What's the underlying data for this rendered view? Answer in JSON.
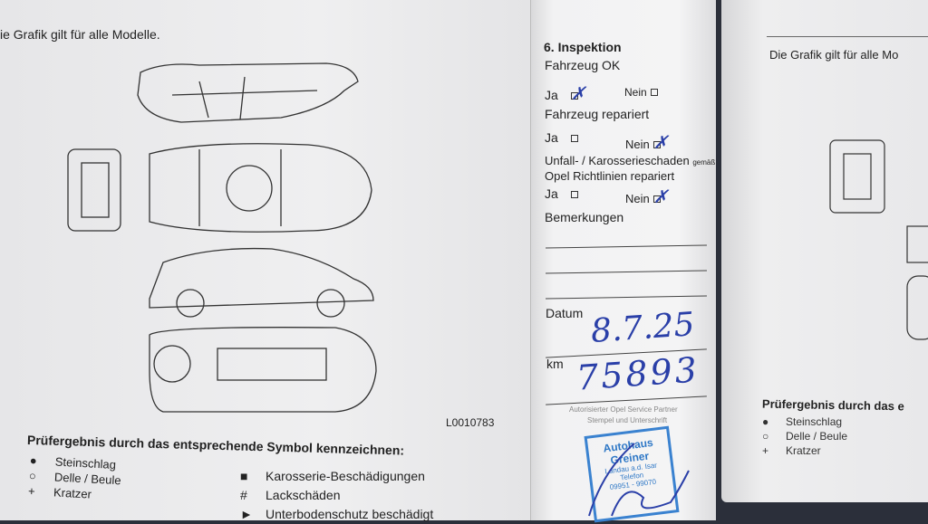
{
  "left_page": {
    "caption": "ie Grafik gilt für alle Modelle.",
    "diagram_code": "L0010783",
    "legend_title": "Prüfergebnis durch das entsprechende Symbol kennzeichnen:",
    "legend_left": [
      {
        "symbol": "●",
        "label": "Steinschlag"
      },
      {
        "symbol": "○",
        "label": "Delle / Beule"
      },
      {
        "symbol": "+",
        "label": "Kratzer"
      }
    ],
    "legend_right": [
      {
        "symbol": "■",
        "label": "Karosserie-Beschädigungen"
      },
      {
        "symbol": "#",
        "label": "Lackschäden"
      },
      {
        "symbol": "►",
        "label": "Unterbodenschutz beschädigt"
      }
    ]
  },
  "inspection": {
    "title": "6. Inspektion",
    "q1": "Fahrzeug OK",
    "q2": "Fahrzeug repariert",
    "q3a": "Unfall- / Karosserieschaden",
    "q3b": "gemäß",
    "q3c": "Opel Richtlinien repariert",
    "yes": "Ja",
    "no": "Nein",
    "checked": {
      "q1": "Ja",
      "q2": "Nein",
      "q3": "Nein"
    },
    "remarks": "Bemerkungen",
    "date_label": "Datum",
    "date_value": "8.7.25",
    "km_label": "km",
    "km_value": "75893",
    "partner_line1": "Autorisierter Opel Service Partner",
    "partner_line2": "Stempel und Unterschrift",
    "stamp": {
      "name1": "Autohaus",
      "name2": "Greiner",
      "city": "Landau a.d. Isar",
      "phone_label": "Telefon",
      "phone": "09951 - 99070"
    }
  },
  "right_page": {
    "caption": "Die Grafik gilt für alle Mo",
    "legend_title": "Prüfergebnis durch das e",
    "legend": [
      {
        "symbol": "●",
        "label": "Steinschlag"
      },
      {
        "symbol": "○",
        "label": "Delle / Beule"
      },
      {
        "symbol": "+",
        "label": "Kratzer"
      }
    ]
  }
}
